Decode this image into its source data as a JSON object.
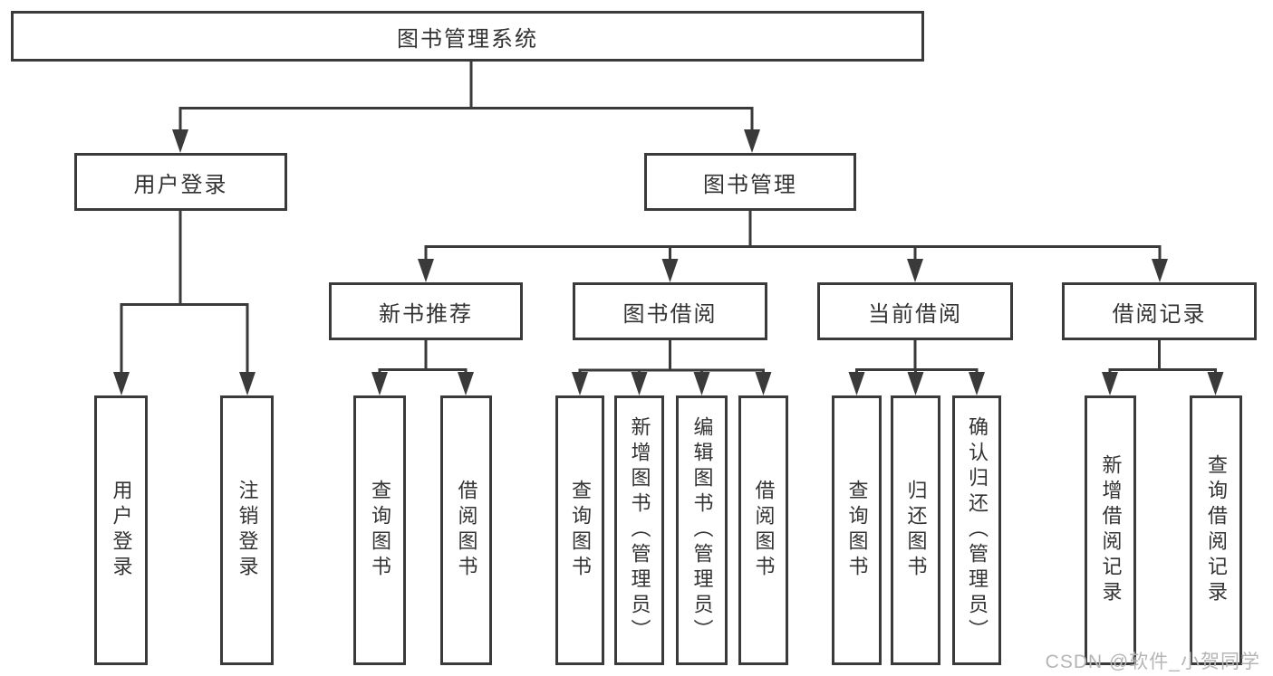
{
  "diagram": {
    "title": "图书管理系统",
    "level2": [
      "用户登录",
      "图书管理"
    ],
    "level3": [
      "新书推荐",
      "图书借阅",
      "当前借阅",
      "借阅记录"
    ],
    "leaves_user": [
      "用户登录",
      "注销登录"
    ],
    "leaves_recommend": [
      "查询图书",
      "借阅图书"
    ],
    "leaves_borrow": [
      "查询图书",
      "新增图书（管理员）",
      "编辑图书（管理员）",
      "借阅图书"
    ],
    "leaves_current": [
      "查询图书",
      "归还图书",
      "确认归还（管理员）"
    ],
    "leaves_records": [
      "新增借阅记录",
      "查询借阅记录"
    ]
  },
  "watermark": "CSDN @软件_小贺同学",
  "colors": {
    "line": "#3a3a3a",
    "text": "#333333",
    "watermark": "#b5b5b5",
    "background": "#ffffff"
  }
}
